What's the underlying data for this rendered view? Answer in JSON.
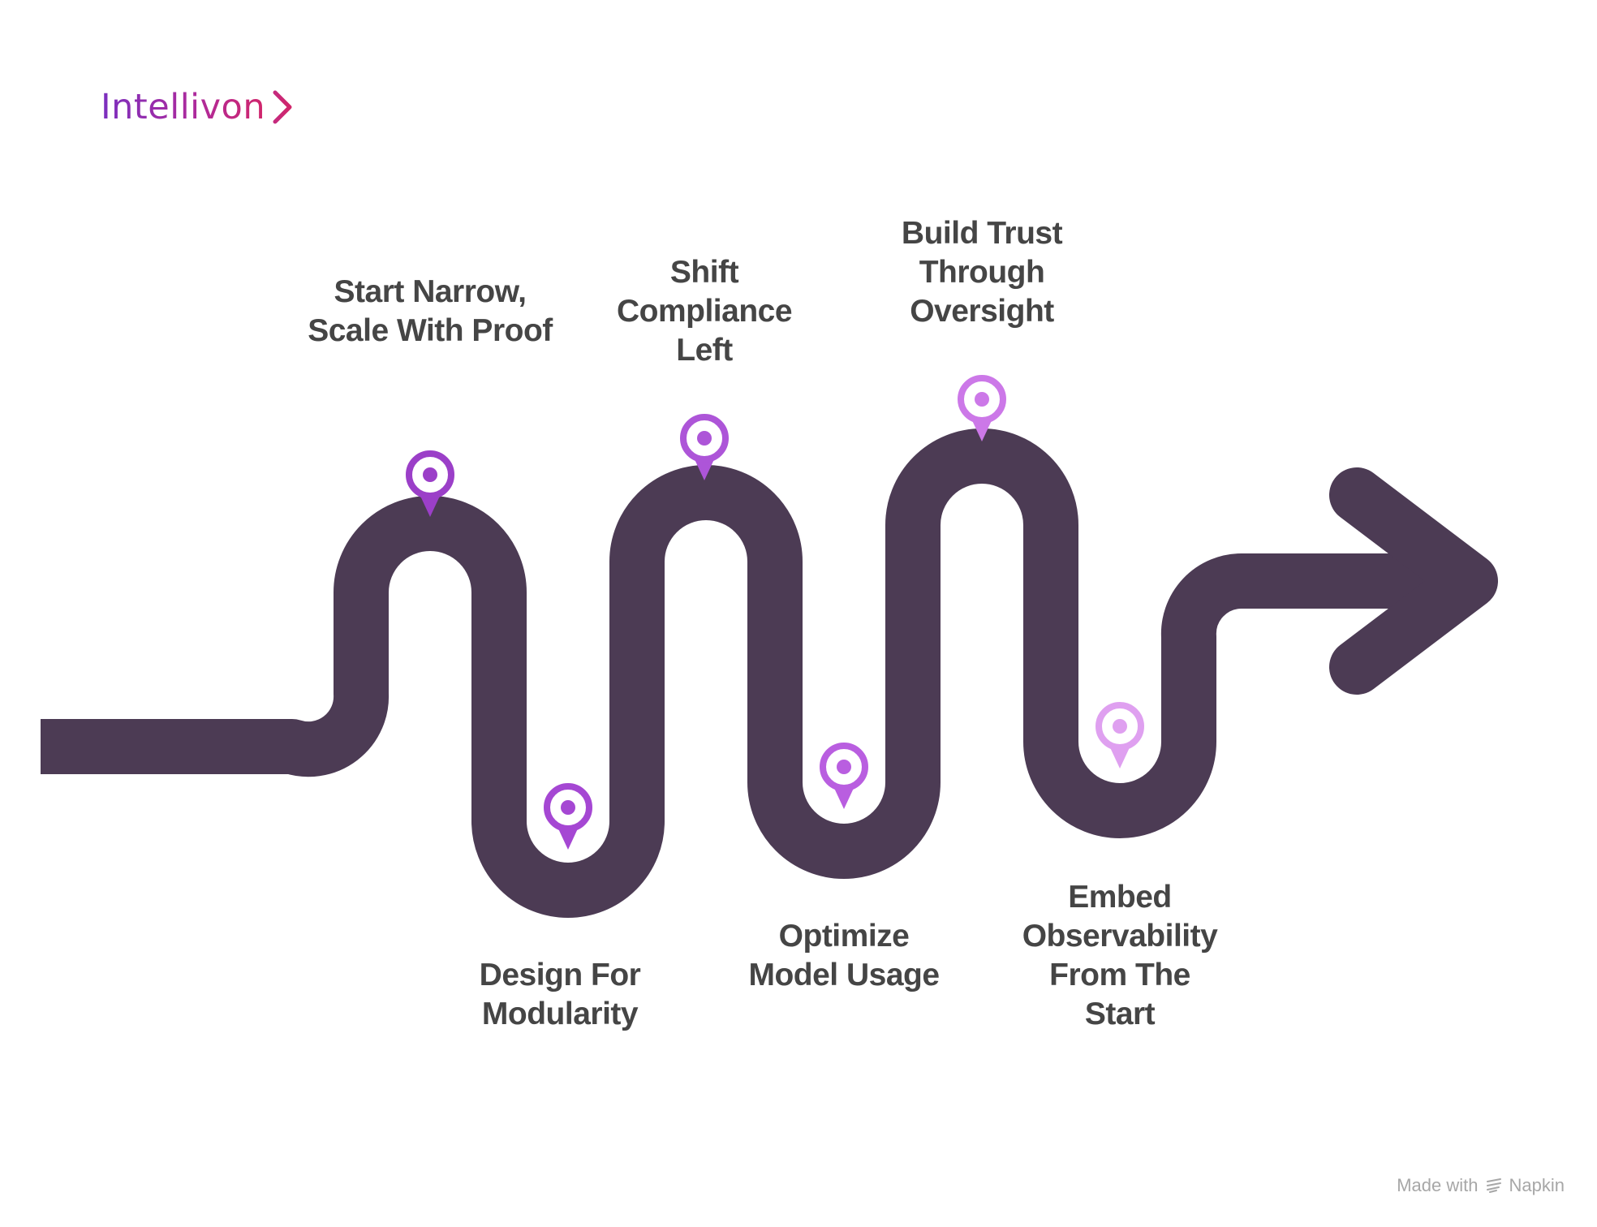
{
  "brand": {
    "name": "Intellivon",
    "mark": "chevron-right-icon",
    "gradient": [
      "#7b2fbf",
      "#d1256a"
    ]
  },
  "path": {
    "color": "#4c3b54"
  },
  "steps": [
    {
      "label": "Start Narrow, Scale With Proof",
      "position": "top",
      "pin_color": "#9b3fc8"
    },
    {
      "label": "Design For Modularity",
      "position": "bottom",
      "pin_color": "#a547d3"
    },
    {
      "label": "Shift Compliance Left",
      "position": "top",
      "pin_color": "#ad55d8"
    },
    {
      "label": "Optimize Model Usage",
      "position": "bottom",
      "pin_color": "#b95ee0"
    },
    {
      "label": "Build Trust Through Oversight",
      "position": "top",
      "pin_color": "#cc78e8"
    },
    {
      "label": "Embed Observability From The Start",
      "position": "bottom",
      "pin_color": "#dfa0f0"
    }
  ],
  "footer": {
    "prefix": "Made with",
    "brand": "Napkin"
  }
}
